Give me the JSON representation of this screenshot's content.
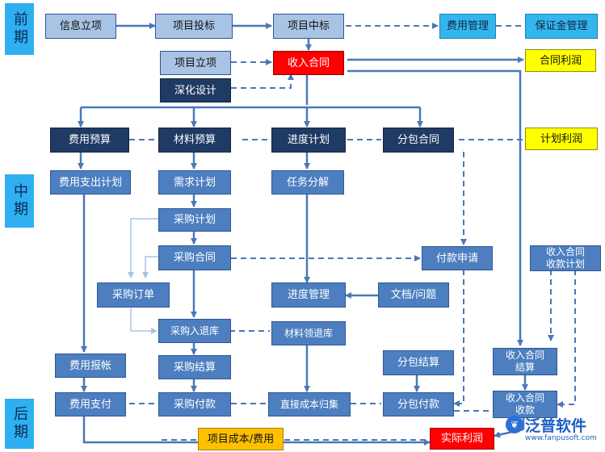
{
  "phases": {
    "early": "前期",
    "middle": "中期",
    "late": "后期"
  },
  "boxes": {
    "info_project": "信息立项",
    "bidding": "项目投标",
    "winning_bid": "项目中标",
    "expense_mgmt": "费用管理",
    "deposit_mgmt": "保证金管理",
    "project_setup": "项目立项",
    "income_contract": "收入合同",
    "contract_profit": "合同利润",
    "deep_design": "深化设计",
    "expense_budget": "费用预算",
    "material_budget": "材料预算",
    "schedule_plan": "进度计划",
    "subcontract": "分包合同",
    "planned_profit": "计划利润",
    "expense_plan": "费用支出计划",
    "demand_plan": "需求计划",
    "task_breakdown": "任务分解",
    "purchase_plan": "采购计划",
    "purchase_contract": "采购合同",
    "payment_request": "付款申请",
    "income_collection_plan": "收入合同\n收款计划",
    "purchase_order": "采购订单",
    "progress_mgmt": "进度管理",
    "docs_issues": "文档/问题",
    "purchase_in_return": "采购入退库",
    "material_return": "材料领退库",
    "expense_claim": "费用报帐",
    "purchase_settlement": "采购结算",
    "sub_settlement": "分包结算",
    "income_settlement": "收入合同\n结算",
    "expense_payment": "费用支付",
    "purchase_payment": "采购付款",
    "direct_cost": "直接成本归集",
    "sub_payment": "分包付款",
    "income_receipt": "收入合同\n收款",
    "project_cost": "项目成本/费用",
    "actual_profit": "实际利润"
  },
  "logo": {
    "icon": "leaf-icon",
    "name": "泛普软件",
    "url": "www.fanpusoft.com"
  },
  "colors": {
    "phase": "#2eaff0",
    "light_box": "#a9c3e4",
    "dark_box": "#1f3b64",
    "mid_box": "#4d7fc0",
    "cyan_box": "#33b6ee",
    "yellow_box": "#ffff00",
    "red_box": "#ff0000",
    "orange_box": "#ffc000",
    "arrow": "#4a78b8",
    "brand": "#1d5fc6"
  }
}
